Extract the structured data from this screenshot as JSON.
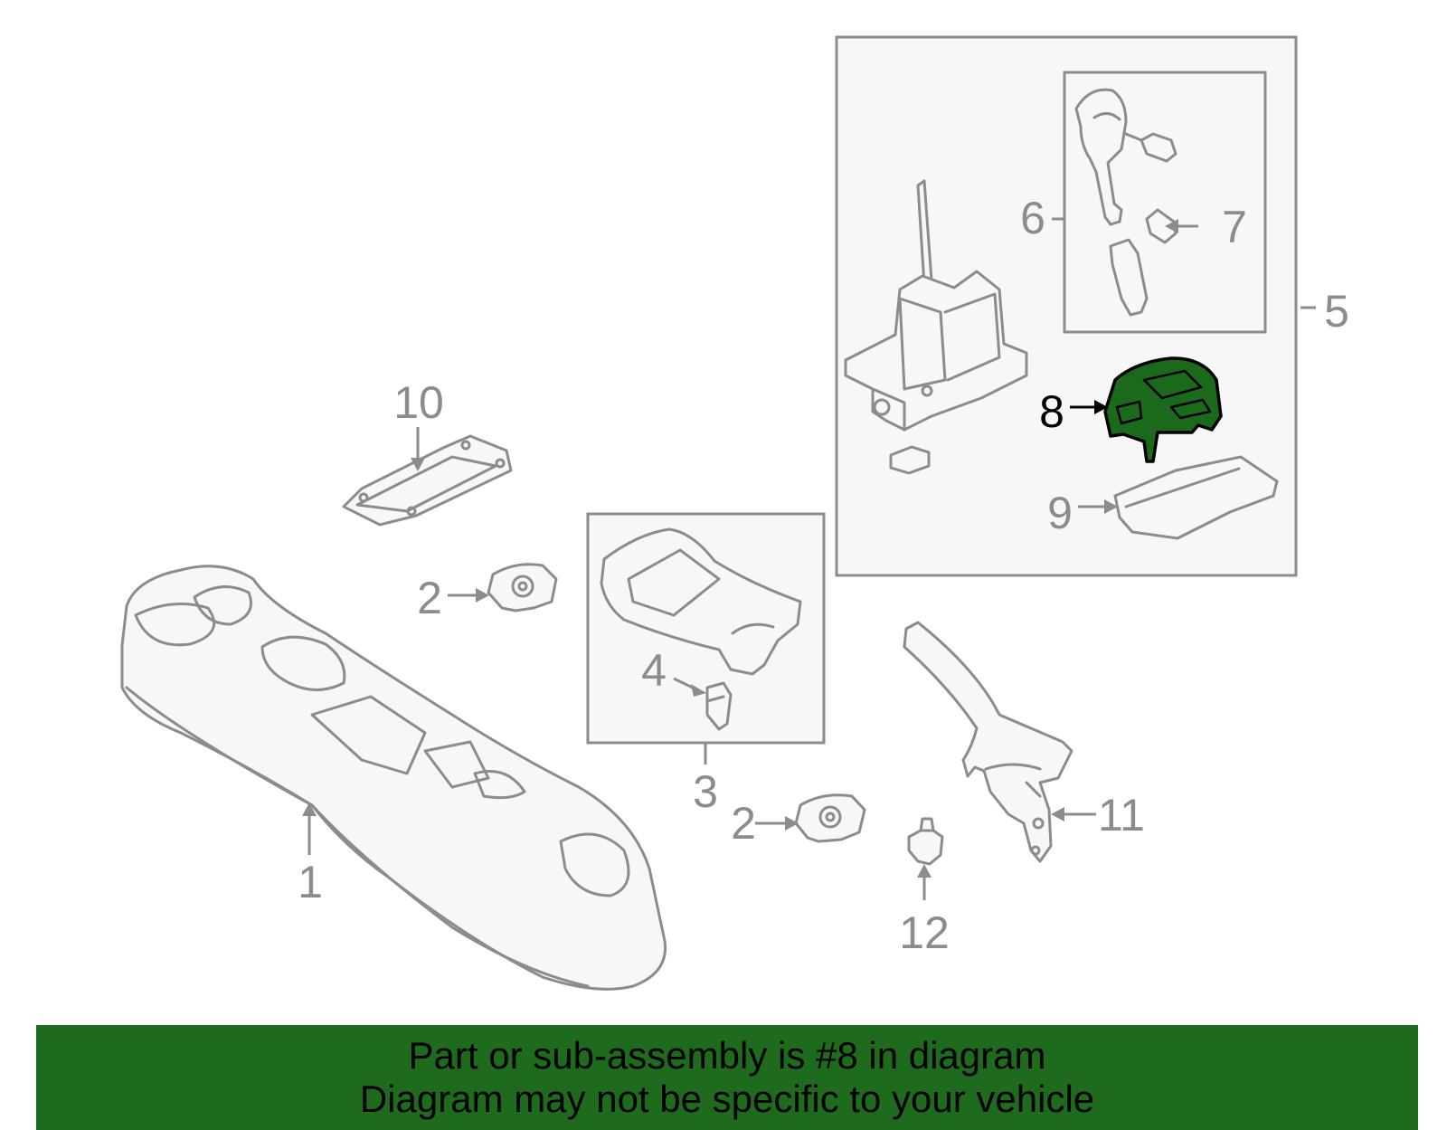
{
  "callouts": {
    "c1": "1",
    "c2a": "2",
    "c2b": "2",
    "c3": "3",
    "c4": "4",
    "c5": "5",
    "c6": "6",
    "c7": "7",
    "c8": "8",
    "c9": "9",
    "c10": "10",
    "c11": "11",
    "c12": "12"
  },
  "banner": {
    "line1": "Part or sub-assembly is #8 in diagram",
    "line2": "Diagram may not be specific to your vehicle"
  },
  "colors": {
    "highlight_part": "#1b6a1b",
    "banner_background": "#1e6b1e",
    "line_art": "#8c8c8c"
  }
}
